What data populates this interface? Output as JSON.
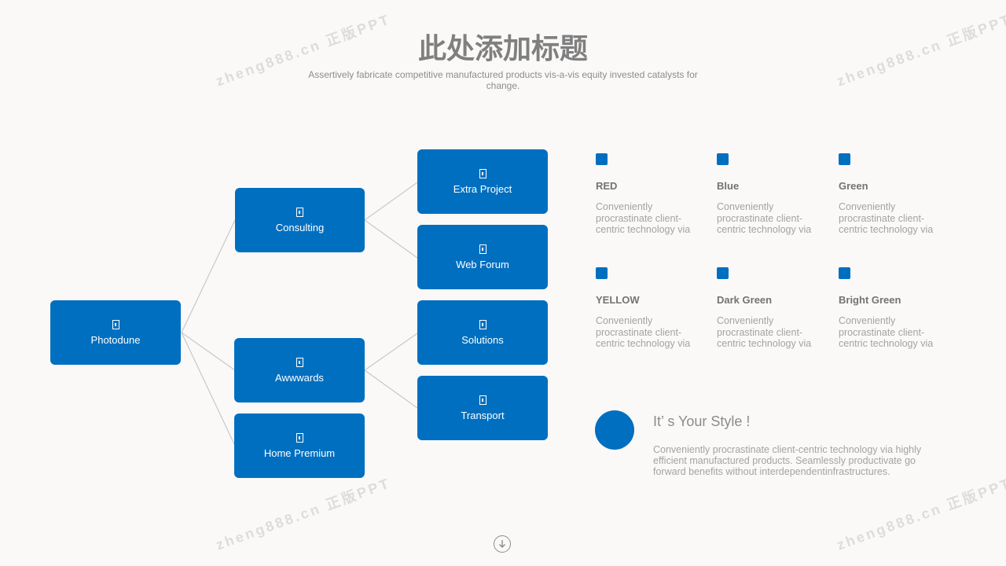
{
  "header": {
    "title": "此处添加标题",
    "subtitle": "Assertively fabricate competitive manufactured products vis-a-vis equity invested catalysts for change."
  },
  "tree": {
    "root": "Photodune",
    "level2": [
      "Consulting",
      "Awwwards",
      "Home Premium"
    ],
    "level3": [
      "Extra Project",
      "Web Forum",
      "Solutions",
      "Transport"
    ]
  },
  "legend": [
    {
      "label": "RED",
      "desc": "Conveniently procrastinate client-centric technology via"
    },
    {
      "label": "Blue",
      "desc": "Conveniently procrastinate client-centric technology via"
    },
    {
      "label": "Green",
      "desc": "Conveniently procrastinate client-centric technology via"
    },
    {
      "label": "YELLOW",
      "desc": "Conveniently procrastinate client-centric technology via"
    },
    {
      "label": "Dark Green",
      "desc": "Conveniently procrastinate client-centric technology via"
    },
    {
      "label": "Bright Green",
      "desc": "Conveniently procrastinate client-centric technology via"
    }
  ],
  "style_block": {
    "title": "It’ s Your Style !",
    "desc": "Conveniently procrastinate client-centric technology via highly efficient manufactured products. Seamlessly productivate go forward benefits without interdependentinfrastructures."
  },
  "watermark": "zheng888.cn 正版PPT",
  "colors": {
    "accent": "#006fc0",
    "line": "#c8c8c8",
    "title": "#7f7f7f"
  },
  "icons": {
    "node_icon": "placeholder-glyph-icon",
    "scroll": "arrow-down-circle-icon"
  }
}
